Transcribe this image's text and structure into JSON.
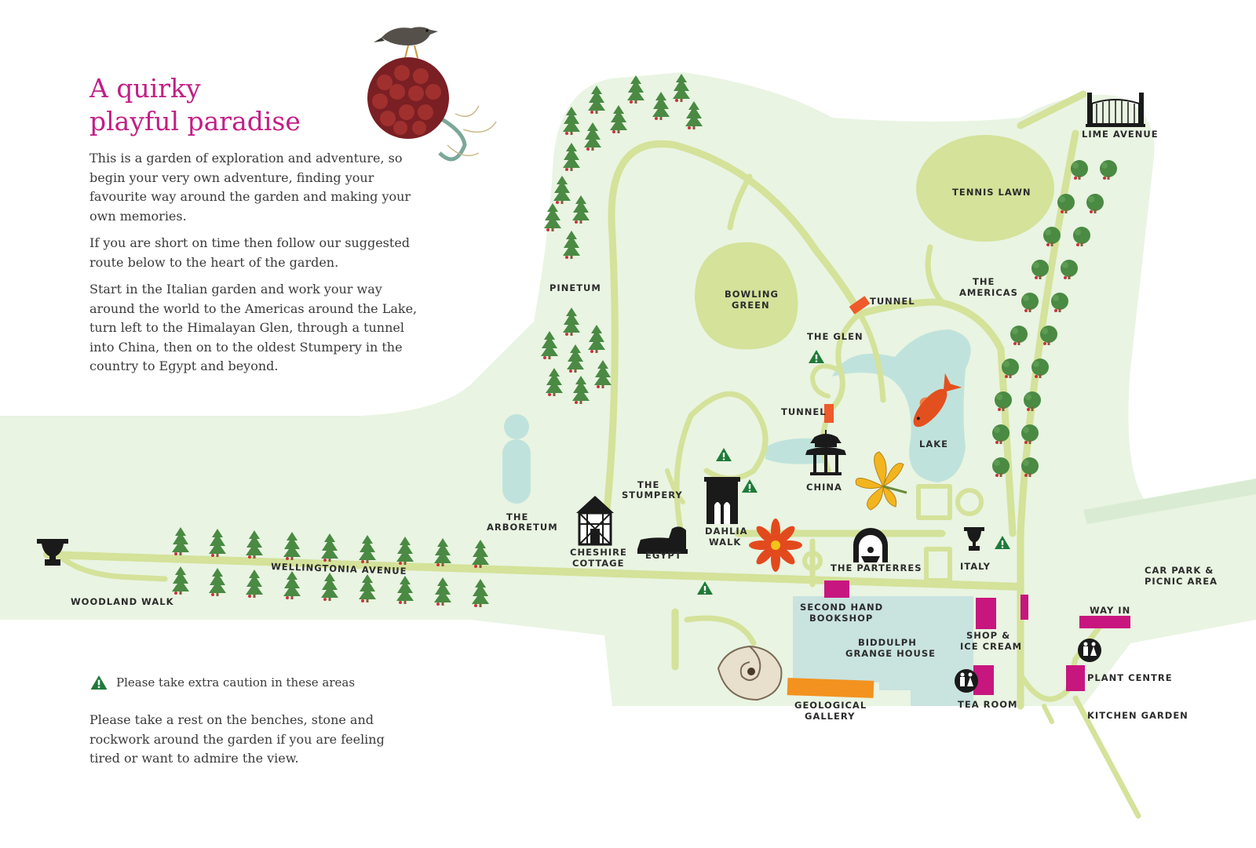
{
  "intro": {
    "title_line1": "A quirky",
    "title_line2": "playful paradise",
    "para1": "This is a garden of exploration and adventure, so begin your very own adventure, finding your favourite way around the garden and making your own memories.",
    "para2": "If you are short on time then follow our suggested route below to the heart of the garden.",
    "para3": "Start in the Italian garden and work your way around the world to the Americas around the Lake, turn left to the Himalayan Glen, through a tunnel into China, then on to the oldest Stumpery in the country to Egypt and beyond."
  },
  "legend": {
    "caution_text": "Please take extra caution in these areas",
    "rest_text": "Please take a rest on the benches, stone and rockwork around the garden if you are feeling tired or want to admire the view."
  },
  "map": {
    "labels": {
      "lime_avenue": "LIME AVENUE",
      "tennis_lawn": "TENNIS LAWN",
      "pinetum": "PINETUM",
      "bowling_green_1": "BOWLING",
      "bowling_green_2": "GREEN",
      "tunnel_top": "TUNNEL",
      "the_americas_1": "THE",
      "the_americas_2": "AMERICAS",
      "the_glen": "THE GLEN",
      "tunnel_mid": "TUNNEL",
      "lake": "LAKE",
      "china": "CHINA",
      "the_stumpery_1": "THE",
      "the_stumpery_2": "STUMPERY",
      "the_arboretum_1": "THE",
      "the_arboretum_2": "ARBORETUM",
      "dahlia_walk_1": "DAHLIA",
      "dahlia_walk_2": "WALK",
      "cheshire_cottage_1": "CHESHIRE",
      "cheshire_cottage_2": "COTTAGE",
      "egypt": "EGYPT",
      "the_parterres": "THE PARTERRES",
      "italy": "ITALY",
      "car_park_1": "CAR PARK &",
      "car_park_2": "PICNIC AREA",
      "wellingtonia_avenue": "WELLINGTONIA AVENUE",
      "woodland_walk": "WOODLAND WALK",
      "second_hand_bookshop_1": "SECOND HAND",
      "second_hand_bookshop_2": "BOOKSHOP",
      "biddulph_grange_house_1": "BIDDULPH",
      "biddulph_grange_house_2": "GRANGE HOUSE",
      "shop_ice_cream_1": "SHOP &",
      "shop_ice_cream_2": "ICE CREAM",
      "way_in": "WAY IN",
      "plant_centre": "PLANT CENTRE",
      "tea_room": "TEA ROOM",
      "geological_gallery_1": "GEOLOGICAL",
      "geological_gallery_2": "GALLERY",
      "kitchen_garden": "KITCHEN GARDEN"
    },
    "colors": {
      "ground": "#e9f4e2",
      "path": "#d4e29a",
      "lawn": "#d4e29a",
      "water": "#bfe3dc",
      "house": "#c9e3df",
      "facility": "#c8167f",
      "gallery": "#f3921f",
      "tunnel": "#ef5a2b",
      "tree": "#4a8a43",
      "title": "#c21f86"
    },
    "icons": [
      "gate-icon",
      "urn-icon",
      "cottage-icon",
      "sphinx-icon",
      "pagoda-icon",
      "gateway-icon",
      "fountain-icon",
      "toilets-icon",
      "caution-icon",
      "fish-icon",
      "dahlia-icon",
      "lily-icon",
      "nautilus-icon",
      "bird-icon",
      "berry-icon"
    ]
  }
}
